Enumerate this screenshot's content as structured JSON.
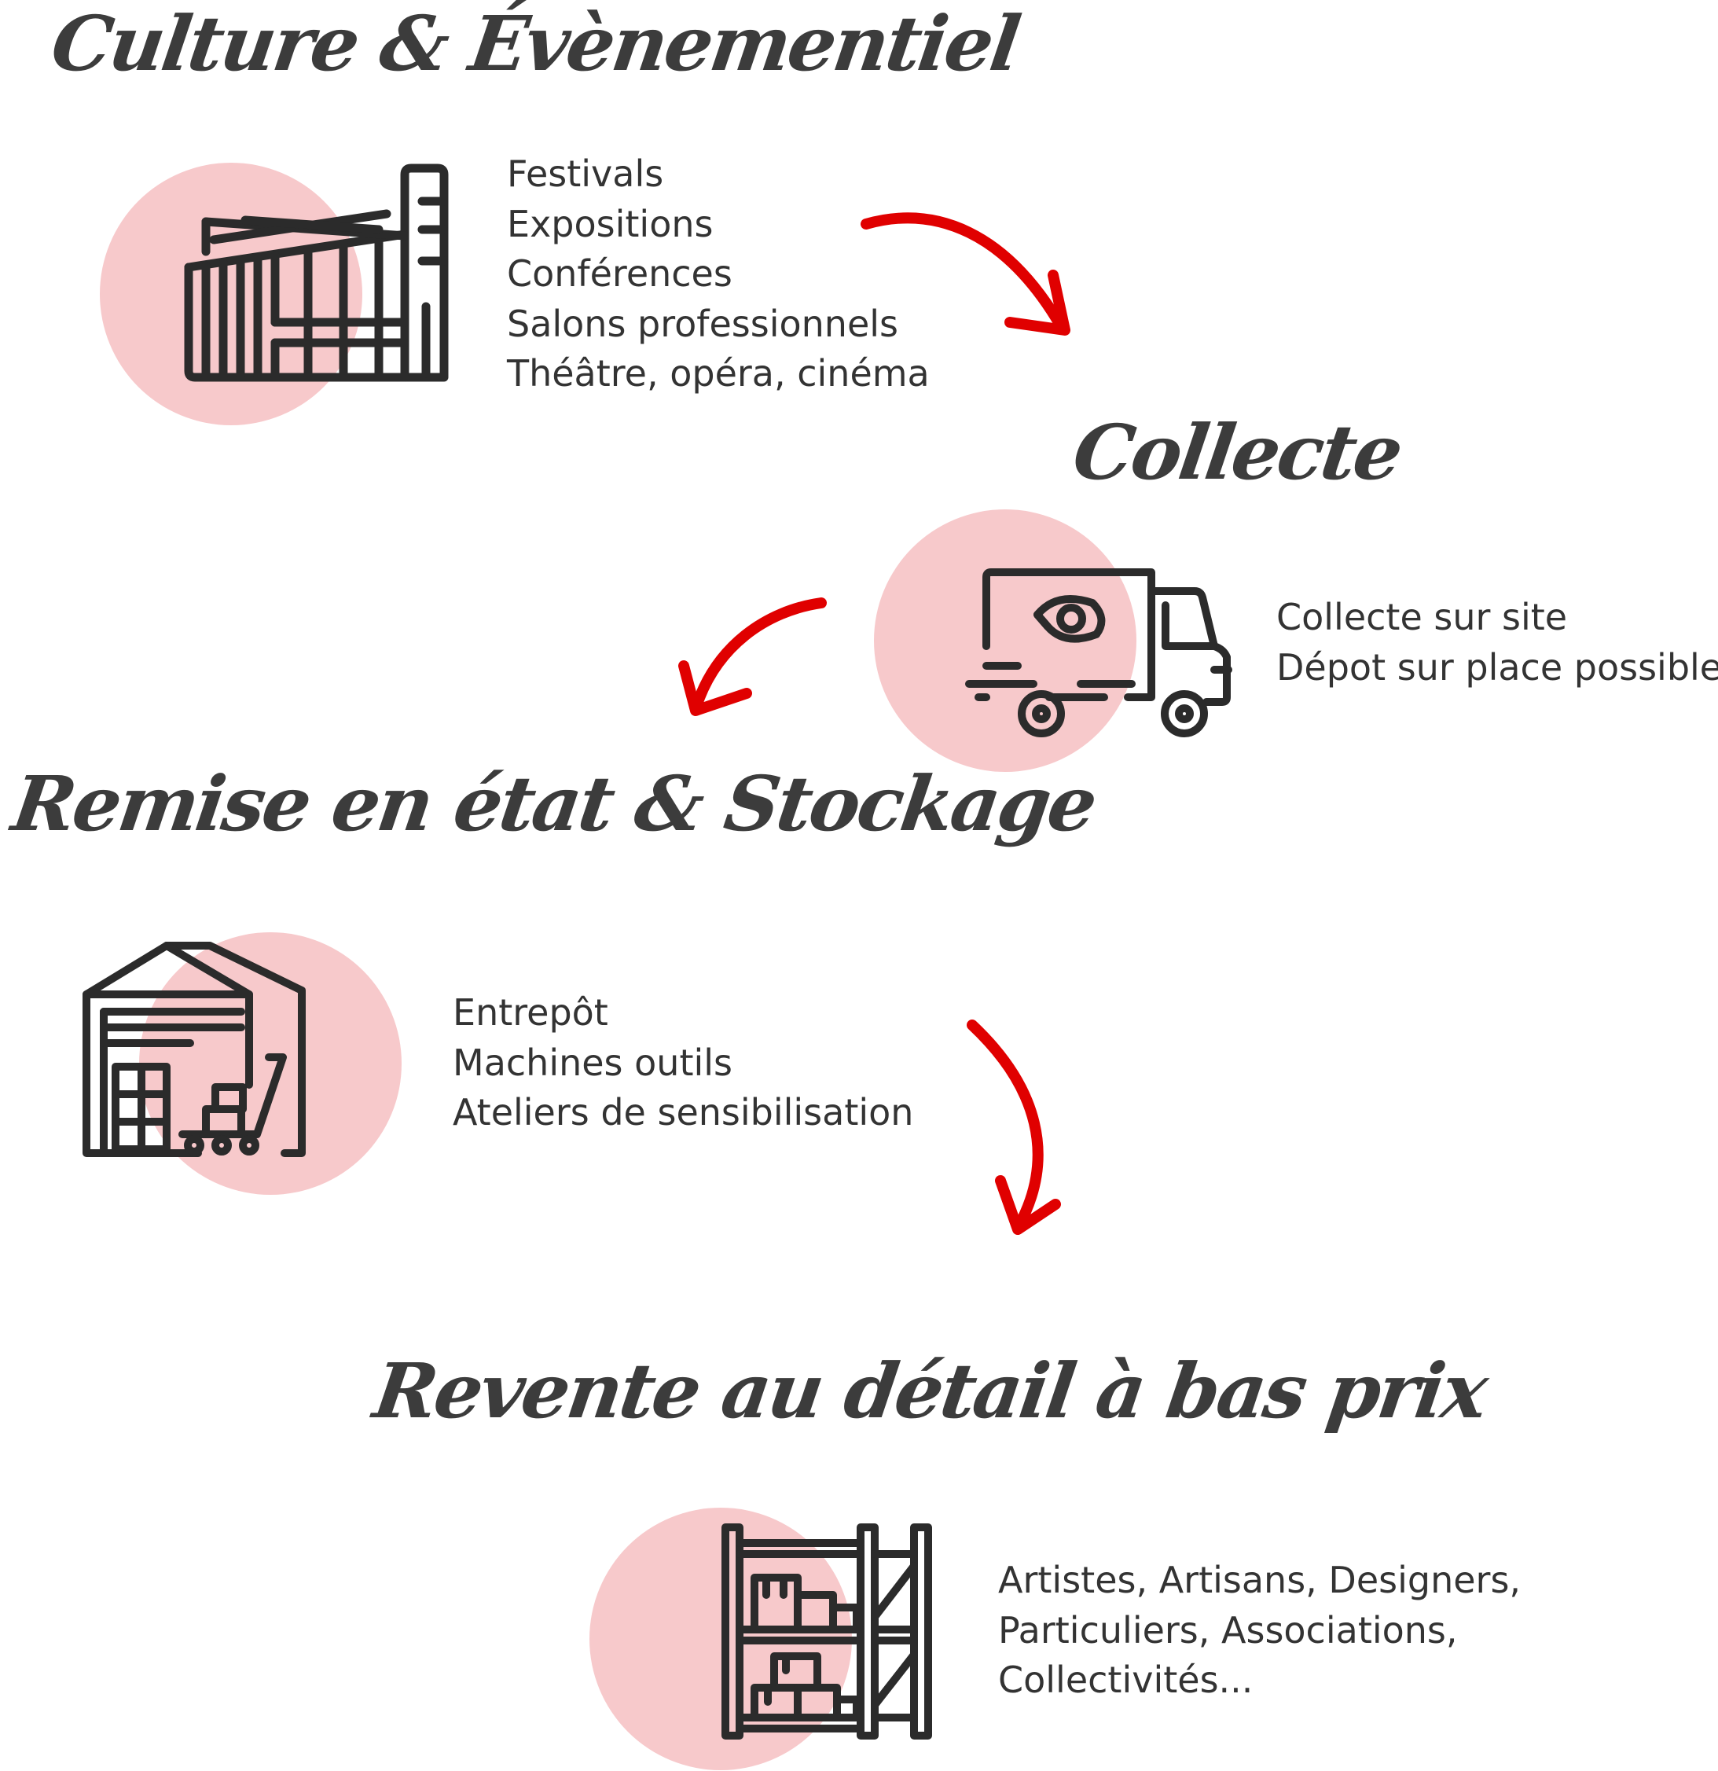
{
  "colors": {
    "text": "#333333",
    "title": "#3c3c3c",
    "circle": "#f7c9cb",
    "arrow": "#e00000",
    "icon_stroke": "#2b2b2b"
  },
  "steps": [
    {
      "title": "Culture & Évènementiel",
      "icon": "building-icon",
      "items": [
        "Festivals",
        "Expositions",
        "Conférences",
        "Salons professionnels",
        "Théâtre, opéra, cinéma"
      ]
    },
    {
      "title": "Collecte",
      "icon": "truck-icon",
      "items": [
        "Collecte sur site",
        "Dépot sur place possible"
      ]
    },
    {
      "title": "Remise en état & Stockage",
      "icon": "warehouse-icon",
      "items": [
        "Entrepôt",
        "Machines outils",
        "Ateliers de sensibilisation"
      ]
    },
    {
      "title": "Revente au détail à bas prix",
      "icon": "shelving-icon",
      "items": [
        "Artistes, Artisans, Designers,",
        "Particuliers, Associations,",
        "Collectivités..."
      ]
    }
  ]
}
